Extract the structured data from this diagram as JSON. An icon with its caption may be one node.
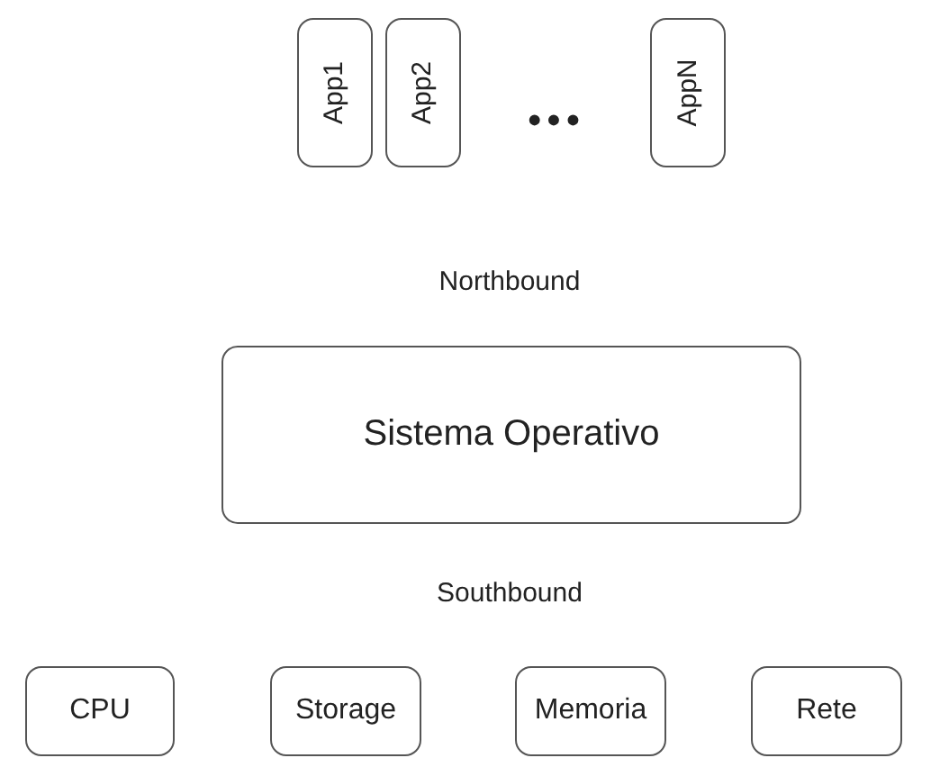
{
  "diagram": {
    "nodes": [
      {
        "text": [
          "App1"
        ]
      },
      {
        "text": [
          "App2"
        ]
      },
      {
        "text": [
          "AppN"
        ]
      },
      {
        "text": [
          "Sistema Operativo"
        ]
      },
      {
        "text": [
          "CPU"
        ]
      },
      {
        "text": [
          "Storage"
        ]
      },
      {
        "text": [
          "Memoria"
        ]
      },
      {
        "text": [
          "Rete"
        ]
      }
    ],
    "labels": [
      "•••",
      "Northbound",
      "Southbound"
    ]
  }
}
